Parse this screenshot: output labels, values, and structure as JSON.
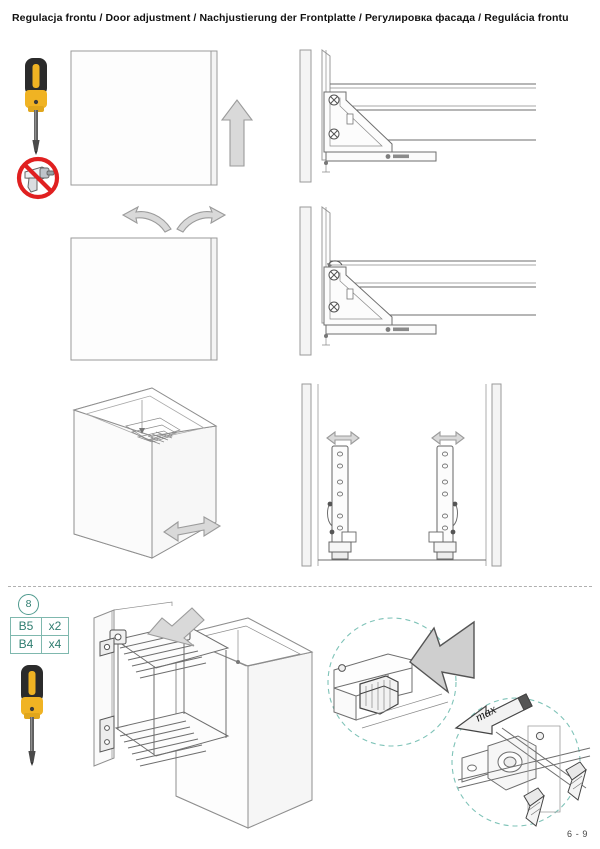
{
  "document": {
    "title": "Regulacja frontu / Door adjustment / Nachjustierung der Frontplatte / Регулировка фасада / Regulácia frontu",
    "page_number": "6 - 9"
  },
  "tools": {
    "screwdriver": "screwdriver-icon",
    "no_drill": "no-power-drill-icon"
  },
  "adjustments": [
    {
      "id": "height-adjustment",
      "arrow": "up-arrow",
      "panel": "door-front-panel",
      "detail": "slide-bracket-front-fixing"
    },
    {
      "id": "tilt-adjustment",
      "arrow": "rotation-arrows",
      "panel": "door-front-panel",
      "detail": "slide-bracket-tilt"
    },
    {
      "id": "lateral-adjustment",
      "arrow": "left-right-arrows",
      "panel": "cabinet-isometric",
      "detail": "front-brackets-pair"
    }
  ],
  "step": {
    "number": "8",
    "parts": [
      {
        "code": "B5",
        "qty": "x2"
      },
      {
        "code": "B4",
        "qty": "x4"
      }
    ],
    "illustration": "pull-out-basket-door-mounting",
    "callouts": [
      {
        "id": "clip-release-detail",
        "label": ""
      },
      {
        "id": "screw-fixing-detail",
        "label": "max"
      }
    ]
  }
}
